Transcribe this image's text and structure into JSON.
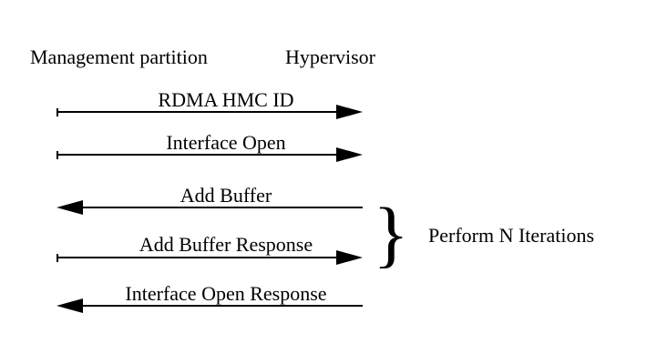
{
  "colors": {
    "ink": "#000000",
    "background": "#ffffff"
  },
  "diagram": {
    "participants": [
      {
        "label": "Management partition"
      },
      {
        "label": "Hypervisor"
      }
    ],
    "messages": [
      {
        "label": "RDMA HMC ID",
        "direction": "right"
      },
      {
        "label": "Interface Open",
        "direction": "right"
      },
      {
        "label": "Add Buffer",
        "direction": "left"
      },
      {
        "label": "Add Buffer Response",
        "direction": "right"
      },
      {
        "label": "Interface Open Response",
        "direction": "left"
      }
    ],
    "annotation": {
      "brace_glyph": "}",
      "label": "Perform N Iterations"
    }
  }
}
